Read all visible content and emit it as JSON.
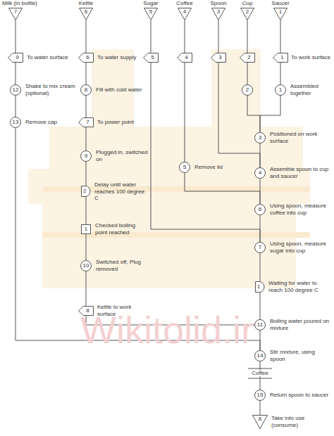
{
  "diagram": {
    "nodes": [
      {
        "text": [
          "Milk (in bottle)",
          "7"
        ]
      },
      {
        "text": [
          "Kettle",
          "6"
        ]
      },
      {
        "text": [
          "Sugar",
          "5"
        ]
      },
      {
        "text": [
          "Coffee",
          "4"
        ]
      },
      {
        "text": [
          "Spoon",
          "3"
        ]
      },
      {
        "text": [
          "Cup",
          "2"
        ]
      },
      {
        "text": [
          "Saucer",
          "1"
        ]
      },
      {
        "text": [
          "9",
          "To water surface"
        ]
      },
      {
        "text": [
          "6",
          "To water supply"
        ]
      },
      {
        "text": [
          "5"
        ]
      },
      {
        "text": [
          "4"
        ]
      },
      {
        "text": [
          "3"
        ]
      },
      {
        "text": [
          "2"
        ]
      },
      {
        "text": [
          "1",
          "To work surface"
        ]
      },
      {
        "text": [
          "12",
          "Shake to mix cream (optional)"
        ]
      },
      {
        "text": [
          "8",
          "Fill with cold water"
        ]
      },
      {
        "text": [
          "2"
        ]
      },
      {
        "text": [
          "1",
          "Assembled together"
        ]
      },
      {
        "text": [
          "13",
          "Remove cap"
        ]
      },
      {
        "text": [
          "7",
          "To power point"
        ]
      },
      {
        "text": [
          "3",
          "Positioned on work surface"
        ]
      },
      {
        "text": [
          "9",
          "Plugged in, switched on"
        ]
      },
      {
        "text": [
          "5",
          "Remove lid"
        ]
      },
      {
        "text": [
          "4",
          "Assemble spoon to cup and saucer"
        ]
      },
      {
        "text": [
          "2",
          "Delay until water reaches 100 degree C"
        ]
      },
      {
        "text": [
          "6",
          "Using spoon, measure coffee into cup"
        ]
      },
      {
        "text": [
          "1",
          "Checked boiling point reached"
        ]
      },
      {
        "text": [
          "7",
          "Using spoon, measure sugar into cup"
        ]
      },
      {
        "text": [
          "10",
          "Switched off, Plug removed"
        ]
      },
      {
        "text": [
          "1",
          "Waiting for water to reach 100 degree C"
        ]
      },
      {
        "text": [
          "8",
          "Kettle to work surface"
        ]
      },
      {
        "text": [
          "11",
          "Boiling water poured on mixture"
        ]
      },
      {
        "text": [
          "14",
          "Stir mixture, using spoon"
        ]
      },
      {
        "text": [
          "15",
          "Return spoon to saucer"
        ]
      },
      {
        "text": [
          "8",
          "Take into use (consume)"
        ]
      }
    ],
    "edges": [
      {
        "from": 0,
        "to": 7,
        "arrow": "none"
      },
      {
        "from": 1,
        "to": 8,
        "arrow": "none"
      },
      {
        "from": 2,
        "to": 9,
        "arrow": "none"
      },
      {
        "from": 3,
        "to": 10,
        "arrow": "none"
      },
      {
        "from": 4,
        "to": 11,
        "arrow": "none"
      },
      {
        "from": 5,
        "to": 12,
        "arrow": "none"
      },
      {
        "from": 6,
        "to": 13,
        "arrow": "none"
      },
      {
        "from": 7,
        "to": 14,
        "arrow": "none"
      },
      {
        "from": 14,
        "to": 18,
        "arrow": "none"
      },
      {
        "from": 18,
        "to": 32,
        "arrow": "none"
      },
      {
        "from": 8,
        "to": 15,
        "arrow": "none"
      },
      {
        "from": 15,
        "to": 19,
        "arrow": "none"
      },
      {
        "from": 19,
        "to": 21,
        "arrow": "none"
      },
      {
        "from": 21,
        "to": 24,
        "arrow": "none"
      },
      {
        "from": 24,
        "to": 26,
        "arrow": "none"
      },
      {
        "from": 26,
        "to": 28,
        "arrow": "none"
      },
      {
        "from": 28,
        "to": 30,
        "arrow": "none"
      },
      {
        "from": 30,
        "to": 31,
        "arrow": "none"
      },
      {
        "from": 12,
        "to": 16,
        "arrow": "none"
      },
      {
        "from": 13,
        "to": 17,
        "arrow": "none"
      },
      {
        "from": 16,
        "to": 20,
        "arrow": "none"
      },
      {
        "from": 17,
        "to": 20,
        "arrow": "none"
      },
      {
        "from": 20,
        "to": 23,
        "arrow": "none"
      },
      {
        "from": 11,
        "to": 23,
        "arrow": "none"
      },
      {
        "from": 10,
        "to": 22,
        "arrow": "none"
      },
      {
        "from": 22,
        "to": 25,
        "arrow": "none"
      },
      {
        "from": 23,
        "to": 25,
        "arrow": "none"
      },
      {
        "from": 9,
        "to": 27,
        "arrow": "none"
      },
      {
        "from": 25,
        "to": 27,
        "arrow": "none"
      },
      {
        "from": 27,
        "to": 29,
        "arrow": "none"
      },
      {
        "from": 29,
        "to": 31,
        "arrow": "none"
      },
      {
        "from": 31,
        "to": 32,
        "arrow": "none"
      },
      {
        "from": 32,
        "to": 33,
        "arrow": "none"
      },
      {
        "from": 33,
        "to": 34,
        "arrow": "none"
      }
    ],
    "labels": [
      "Coffee",
      "Wikitolid.ir"
    ]
  }
}
